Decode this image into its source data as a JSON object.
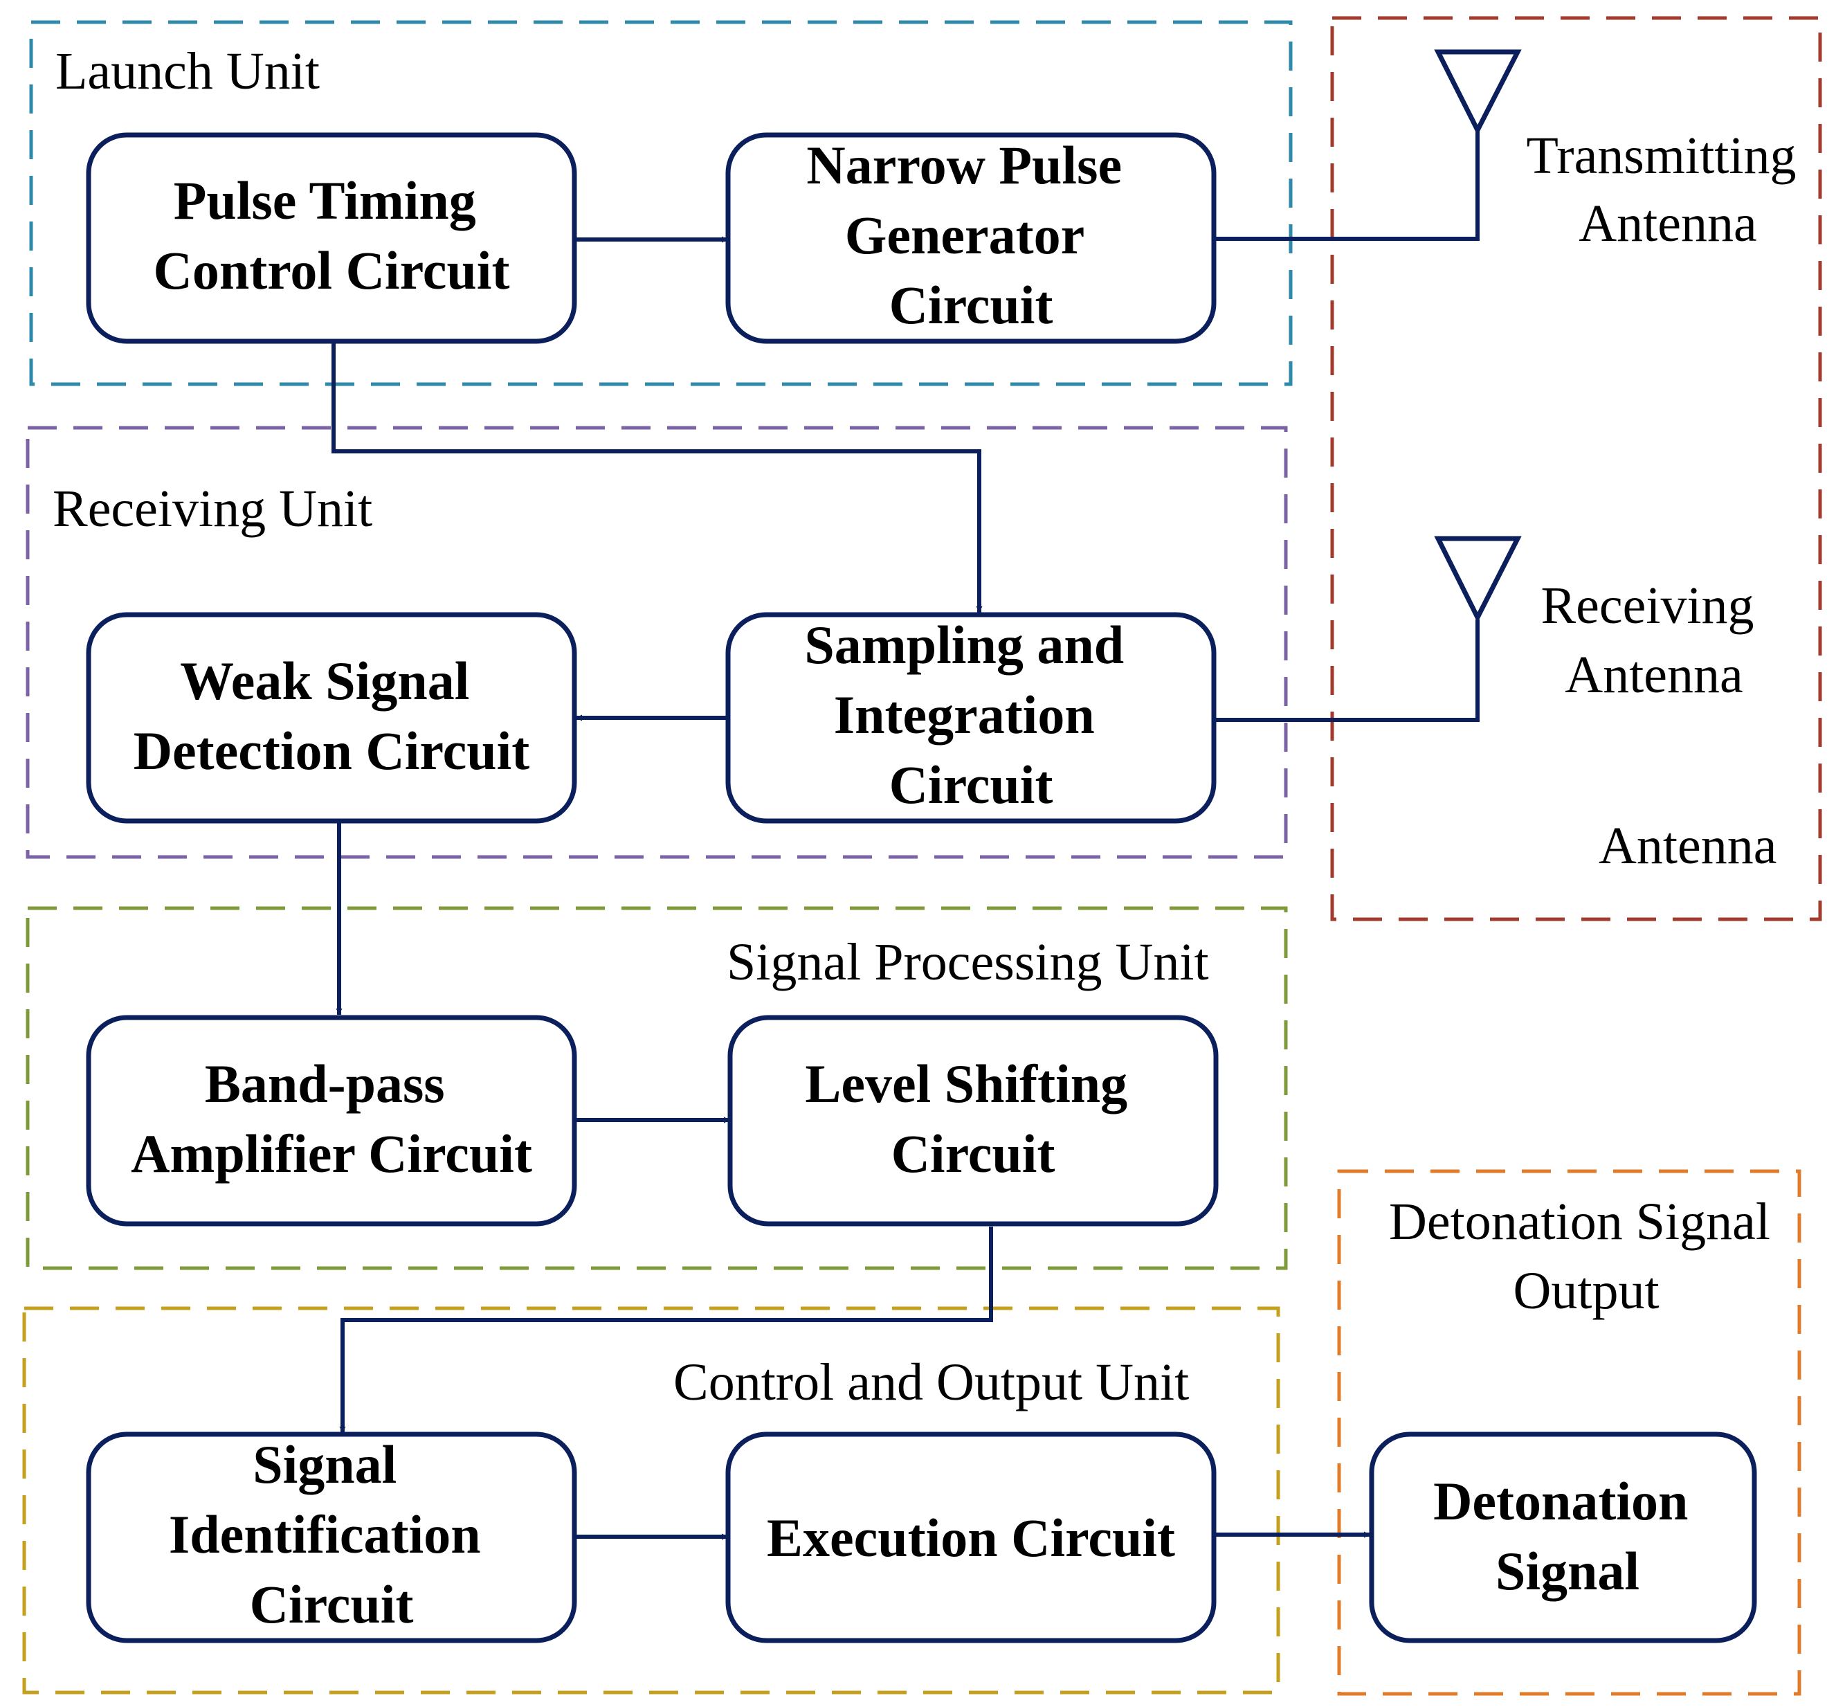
{
  "colors": {
    "launch": "#2e8aa8",
    "receiving": "#7b63a6",
    "signal_processing": "#7f9a3a",
    "control_output": "#c4a01e",
    "antenna_group": "#a33a2e",
    "detonation_group": "#e07b2a",
    "blocks": "#0b1f5c"
  },
  "groups": {
    "launch": "Launch Unit",
    "receiving": "Receiving Unit",
    "signal_processing": "Signal Processing Unit",
    "control_output": "Control and Output Unit",
    "antenna": "Antenna",
    "detonation_output": [
      "Detonation Signal",
      "Output"
    ]
  },
  "blocks": {
    "pulse_timing": [
      "Pulse Timing",
      "Control Circuit"
    ],
    "narrow_pulse": [
      "Narrow Pulse",
      "Generator",
      "Circuit"
    ],
    "sampling_integration": [
      "Sampling and",
      "Integration",
      "Circuit"
    ],
    "weak_signal": [
      "Weak Signal",
      "Detection Circuit"
    ],
    "bandpass": [
      "Band-pass",
      "Amplifier Circuit"
    ],
    "level_shifting": [
      "Level Shifting",
      "Circuit"
    ],
    "signal_identification": [
      "Signal",
      "Identification",
      "Circuit"
    ],
    "execution": [
      "Execution Circuit"
    ],
    "detonation": [
      "Detonation",
      "Signal"
    ]
  },
  "antennas": {
    "transmitting": [
      "Transmitting",
      "Antenna"
    ],
    "receiving": [
      "Receiving",
      "Antenna"
    ]
  },
  "icons": [
    "transmitting-antenna-icon",
    "receiving-antenna-icon"
  ]
}
